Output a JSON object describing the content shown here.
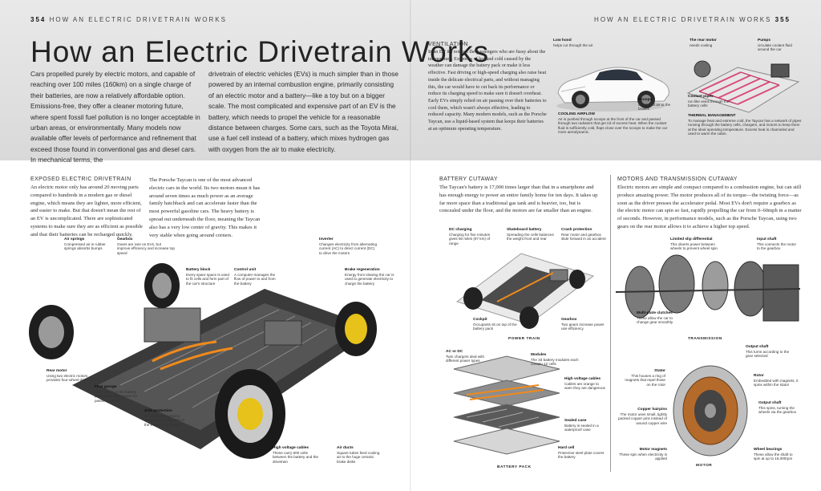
{
  "header": {
    "left_page_number": "354",
    "left_running_title": "HOW AN ELECTRIC DRIVETRAIN WORKS",
    "right_running_title": "HOW AN ELECTRIC DRIVETRAIN WORKS",
    "right_page_number": "355"
  },
  "title": "How an Electric Drivetrain Works",
  "intro": {
    "col1": "Cars propelled purely by electric motors, and capable of reaching over 100 miles (160km) on a single charge of their batteries, are now a relatively affordable option. Emissions-free, they offer a cleaner motoring future, where spent fossil fuel pollution is no longer acceptable in urban areas, or environmentally. Many models now available offer levels of performance and refinement that exceed those found in conventional gas and diesel cars. In mechanical terms, the",
    "col2": "drivetrain of electric vehicles (EVs) is much simpler than in those powered by an internal combustion engine, primarily consisting of an electric motor and a battery—like a toy but on a bigger scale. The most complicated and expensive part of an EV is the battery, which needs to propel the vehicle for a reasonable distance between charges. Some cars, such as the Toyota Mirai, use a fuel cell instead of a battery, which mixes hydrogen gas with oxygen from the air to make electricity."
  },
  "ventilation": {
    "heading": "VENTILATION",
    "body": "In an EV it's not just the passengers who are fussy about the temperature. Extremes of hot and cold caused by the weather can damage the battery pack or make it less effective. Fast driving or high-speed charging also raise heat inside the delicate electrical parts, and without managing this, the car would have to cut back its performance or reduce its charging speed to make sure it doesn't overheat. Early EVs simply relied on air passing over their batteries to cool them, which wasn't always effective, leading to reduced capacity. Many modern models, such as the Porsche Taycan, use a liquid-based system that keeps their batteries at an optimum operating temperature.",
    "callouts": {
      "low_hood": {
        "label": "Low hood",
        "text": "helps cut through the air"
      },
      "rear_motor": {
        "label": "The rear motor",
        "text": "needs cooling"
      },
      "pumps": {
        "label": "Pumps",
        "text": "circulate coolant fluid around the car"
      },
      "coolant_pipes": {
        "label": "Coolant pipes",
        "text": "run like veins through the battery cells"
      },
      "scoops": {
        "label": "Scoops",
        "text": "direct cool air to the brakes"
      },
      "cooling_airflow": {
        "label": "COOLING AIRFLOW",
        "text": "Air is pushed through scoops at the front of the car and passed through two radiators that get rid of excess heat. When the coolant fluid is sufficiently cold, flaps close over the scoops to make the car more aerodynamic."
      },
      "thermal_management": {
        "label": "THERMAL MANAGEMENT",
        "text": "To manage heat and extreme cold, the Taycan has a network of pipes running through the battery cells, chargers, and motors to keep them at the ideal operating temperature. Excess heat is channeled and used to warm the cabin."
      }
    }
  },
  "exposed": {
    "heading": "EXPOSED ELECTRIC DRIVETRAIN",
    "col1": "An electric motor only has around 20 moving parts compared to hundreds in a modern gas or diesel engine, which means they are lighter, more efficient, and easier to make. But that doesn't mean the rest of an EV is uncomplicated. There are sophisticated systems to make sure they are as efficient as possible and that their batteries can be recharged quickly.",
    "col2": "The Porsche Taycan is one of the most advanced electric cars in the world. Its two motors mean it has around seven times as much power as an average family hatchback and can accelerate faster than the most powerful gasoline cars. The heavy battery is spread out underneath the floor, meaning the Taycan also has a very low center of gravity. This makes it very stable when going around corners.",
    "callouts": [
      {
        "id": "air-springs",
        "label": "Air springs",
        "text": "Compressed air in rubber springs absorbs bumps"
      },
      {
        "id": "gearbox",
        "label": "Gearbox",
        "text": "Gears are rare on EVs, but improve efficiency and increase top speed"
      },
      {
        "id": "battery-block",
        "label": "Battery block",
        "text": "Every spare space is used to fit cells and form part of the car's structure"
      },
      {
        "id": "control-unit",
        "label": "Control unit",
        "text": "A computer manages the flow of power to and from the battery"
      },
      {
        "id": "inverter",
        "label": "Inverter",
        "text": "Changes electricity from alternating current (AC) to direct current (DC) to drive the motors"
      },
      {
        "id": "brake-regeneration",
        "label": "Brake regeneration",
        "text": "Energy from slowing the car is used to generate electricity to charge the battery"
      },
      {
        "id": "rear-motor",
        "label": "Rear motor",
        "text": "Using two electric motors provides four-wheel-drive"
      },
      {
        "id": "foot-garage",
        "label": "Foot garage",
        "text": "Two scoops in the battery pack allow extra space for passengers' feet"
      },
      {
        "id": "side-protection",
        "label": "Side protection",
        "text": "An extra-strong frame keeps the battery safe in the event of an impact"
      },
      {
        "id": "high-voltage-cables",
        "label": "High voltage cables",
        "text": "These carry 800 volts between the battery and the drivetrain"
      },
      {
        "id": "air-ducts",
        "label": "Air ducts",
        "text": "Square tubes feed cooling air to the huge ceramic brake disks"
      }
    ]
  },
  "battery": {
    "heading": "BATTERY CUTAWAY",
    "body": "The Taycan's battery is 17,000 times larger than that in a smartphone and has enough energy to power an entire family home for ten days. It takes up far more space than a traditional gas tank and is heavier, too, but is concealed under the floor, and the motors are far smaller than an engine.",
    "powertrain_callouts": [
      {
        "id": "dc-charging",
        "label": "DC charging",
        "text": "Charging for five minutes gives 60 miles (97 km) of range"
      },
      {
        "id": "skateboard-battery",
        "label": "Skateboard battery",
        "text": "Spreading the cells balances the weight front and rear"
      },
      {
        "id": "crash-protection",
        "label": "Crash protection",
        "text": "Rear motor and gearbox slide forward in an accident"
      },
      {
        "id": "cockpit",
        "label": "Cockpit",
        "text": "Occupants sit on top of the battery pack"
      },
      {
        "id": "gearbox",
        "label": "Gearbox",
        "text": "Two gears increase power use efficiency"
      }
    ],
    "powertrain_caption": "POWER TRAIN",
    "pack_callouts": [
      {
        "id": "ac-dc",
        "label": "AC or DC",
        "text": "Twin chargers deal with different power types"
      },
      {
        "id": "modules",
        "label": "Modules",
        "text": "The 33 battery modules each contain 12 cells"
      },
      {
        "id": "hv-cables",
        "label": "High voltage cables",
        "text": "Cables are orange to warn they are dangerous"
      },
      {
        "id": "sealed-case",
        "label": "Sealed case",
        "text": "Battery is sealed in a waterproof case"
      },
      {
        "id": "hard-cell",
        "label": "Hard cell",
        "text": "Protective steel plate covers the battery"
      }
    ],
    "pack_caption": "BATTERY PACK"
  },
  "motors": {
    "heading": "MOTORS AND TRANSMISSION CUTAWAY",
    "body": "Electric motors are simple and compact compared to a combustion engine, but can still produce amazing power. The motor produces all of its torque—the twisting force—as soon as the driver presses the accelerator pedal. Most EVs don't require a gearbox as the electric motor can spin so fast, rapidly propelling the car from 0–60mph in a matter of seconds. However, in performance models, such as the Porsche Taycan, using two gears on the rear motor allows it to achieve a higher top speed.",
    "transmission_callouts": [
      {
        "id": "lsd",
        "label": "Limited slip differential",
        "text": "This diverts power between wheels to prevent wheel spin"
      },
      {
        "id": "input-shaft",
        "label": "Input shaft",
        "text": "This connects the motor to the gearbox"
      },
      {
        "id": "clutches",
        "label": "Multi-plate clutches",
        "text": "These allow the car to change gear smoothly"
      },
      {
        "id": "output-shaft-t",
        "label": "Output shaft",
        "text": "This turns according to the gear selected"
      }
    ],
    "transmission_caption": "TRANSMISSION",
    "motor_callouts": [
      {
        "id": "stator",
        "label": "Stator",
        "text": "This houses a ring of magnets that repel those on the rotor"
      },
      {
        "id": "rotor",
        "label": "Rotor",
        "text": "Embedded with magnets, it spins within the stator"
      },
      {
        "id": "copper-hairpins",
        "label": "Copper hairpins",
        "text": "The motor uses small, tightly packed copper pins instead of wound copper wire"
      },
      {
        "id": "output-shaft-m",
        "label": "Output shaft",
        "text": "This spins, turning the wheels via the gearbox"
      },
      {
        "id": "motor-magnets",
        "label": "Motor magnets",
        "text": "These spin when electricity is applied"
      },
      {
        "id": "wheel-bearings",
        "label": "Wheel bearings",
        "text": "These allow the shaft to spin at up to 16,000rpm"
      }
    ],
    "motor_caption": "MOTOR"
  }
}
